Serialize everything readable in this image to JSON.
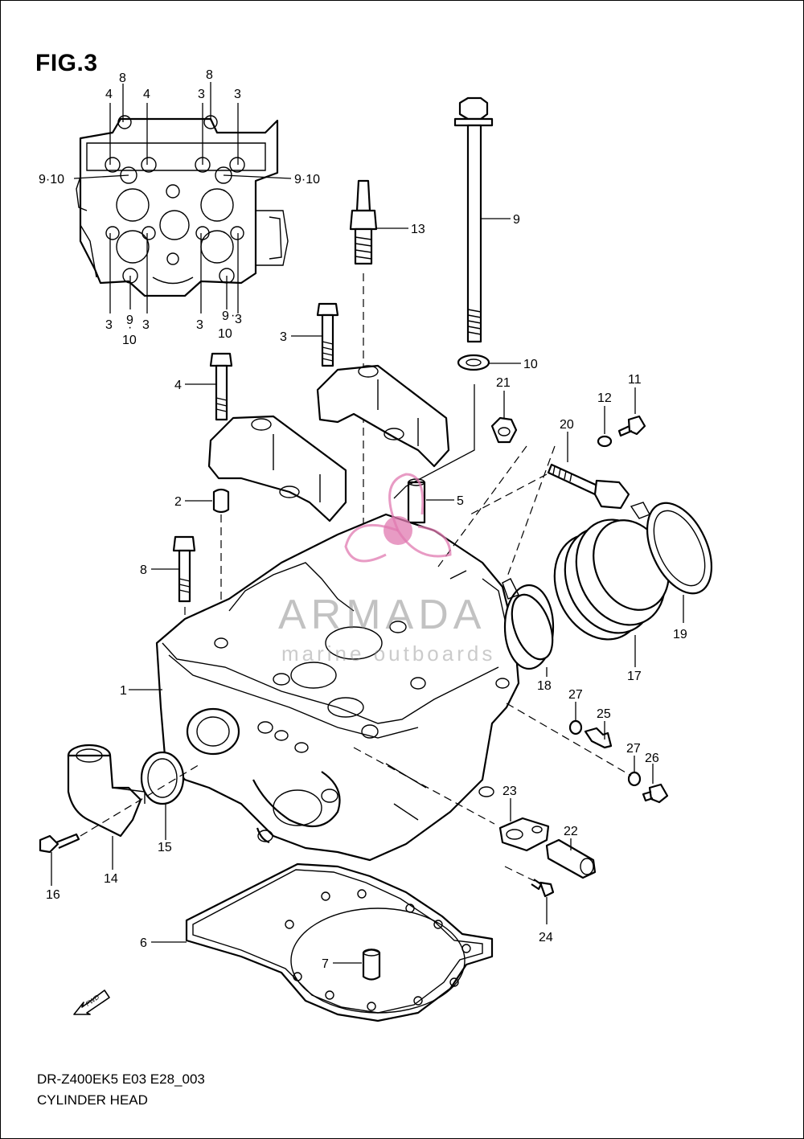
{
  "figure": {
    "title": "FIG.3"
  },
  "footer": {
    "model_code": "DR-Z400EK5 E03 E28_003",
    "section_name": "CYLINDER HEAD"
  },
  "watermark": {
    "brand": "ARMADA",
    "tagline": "marine outboards",
    "logo_color": "#e07ab0"
  },
  "fwd_marker": "FWD",
  "inset_labels": {
    "top_8a": "8",
    "top_8b": "8",
    "top_4a": "4",
    "top_4b": "4",
    "top_3a": "3",
    "top_3b": "3",
    "left_910": "9·10",
    "right_910": "9·10",
    "bot_3a": "3",
    "bot_9": "9",
    "bot_dot_a": "·",
    "bot_10a": "10",
    "bot_3b": "3",
    "bot_3c": "3",
    "bot_9b": "9",
    "bot_dot_b": "·",
    "bot_3d": "3",
    "bot_10b": "10"
  },
  "callouts": [
    {
      "id": "c1",
      "text": "1"
    },
    {
      "id": "c2",
      "text": "2"
    },
    {
      "id": "c3",
      "text": "3"
    },
    {
      "id": "c4",
      "text": "4"
    },
    {
      "id": "c5",
      "text": "5"
    },
    {
      "id": "c6",
      "text": "6"
    },
    {
      "id": "c7",
      "text": "7"
    },
    {
      "id": "c8",
      "text": "8"
    },
    {
      "id": "c9",
      "text": "9"
    },
    {
      "id": "c10",
      "text": "10"
    },
    {
      "id": "c11",
      "text": "11"
    },
    {
      "id": "c12",
      "text": "12"
    },
    {
      "id": "c13",
      "text": "13"
    },
    {
      "id": "c14",
      "text": "14"
    },
    {
      "id": "c15",
      "text": "15"
    },
    {
      "id": "c16",
      "text": "16"
    },
    {
      "id": "c17",
      "text": "17"
    },
    {
      "id": "c18",
      "text": "18"
    },
    {
      "id": "c19",
      "text": "19"
    },
    {
      "id": "c20",
      "text": "20"
    },
    {
      "id": "c21",
      "text": "21"
    },
    {
      "id": "c22",
      "text": "22"
    },
    {
      "id": "c23",
      "text": "23"
    },
    {
      "id": "c24",
      "text": "24"
    },
    {
      "id": "c25",
      "text": "25"
    },
    {
      "id": "c26",
      "text": "26"
    },
    {
      "id": "c27a",
      "text": "27"
    },
    {
      "id": "c27b",
      "text": "27"
    }
  ]
}
